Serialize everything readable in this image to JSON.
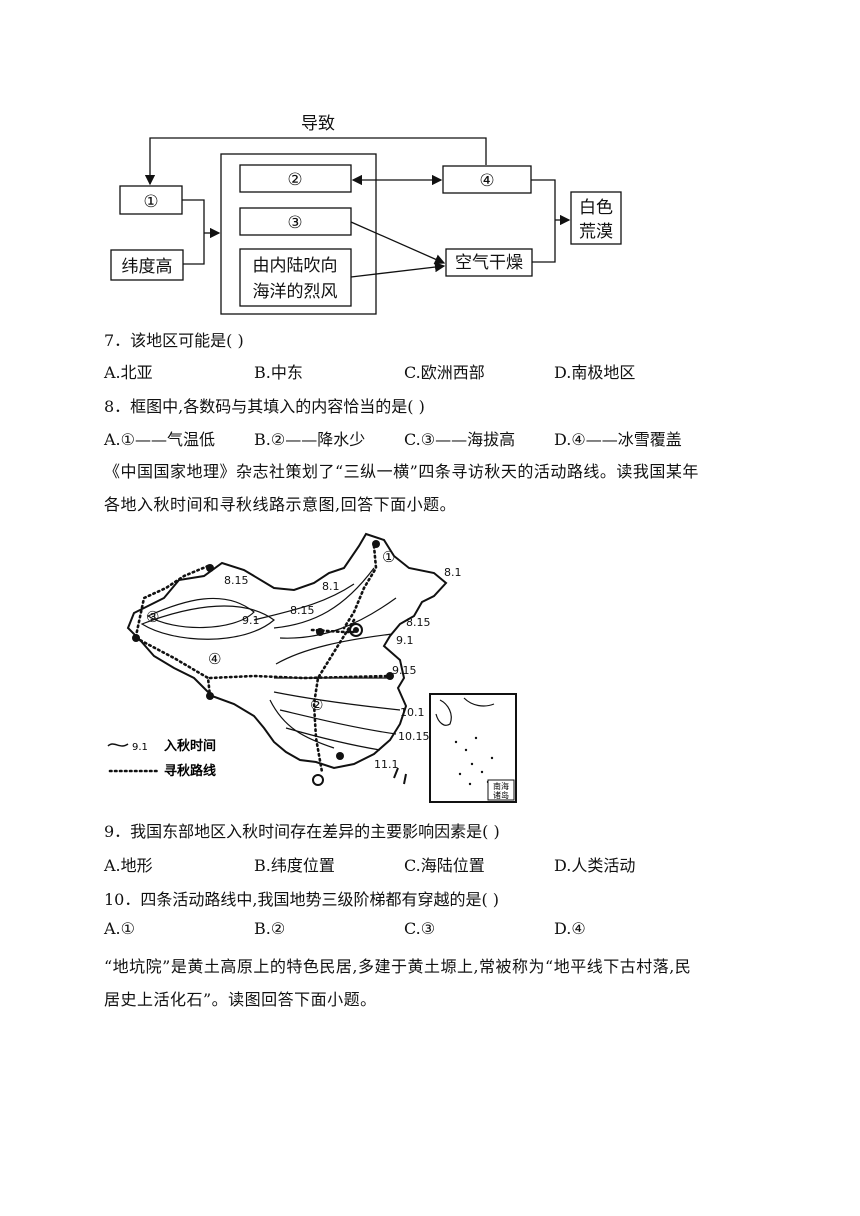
{
  "diagram": {
    "top_label": "导致",
    "box1": "①",
    "box_lat": "纬度高",
    "box2": "②",
    "box3": "③",
    "box_wind_line1": "由内陆吹向",
    "box_wind_line2": "海洋的烈风",
    "box4": "④",
    "box_dry": "空气干燥",
    "box_white_line1": "白色",
    "box_white_line2": "荒漠"
  },
  "q7": {
    "stem": "7．该地区可能是(    )",
    "a": "A.北亚",
    "b": "B.中东",
    "c": "C.欧洲西部",
    "d": "D.南极地区"
  },
  "q8": {
    "stem": "8．框图中,各数码与其填入的内容恰当的是(    )",
    "a": "A.①——气温低",
    "b": "B.②——降水少",
    "c": "C.③——海拔高",
    "d": "D.④——冰雪覆盖"
  },
  "intro1": {
    "line1": "《中国国家地理》杂志社策划了“三纵一横”四条寻访秋天的活动路线。读我国某年",
    "line2": "各地入秋时间和寻秋线路示意图,回答下面小题。"
  },
  "map": {
    "labels": [
      "8.15",
      "8.1",
      "8.1",
      "8.15",
      "9.1",
      "8.15",
      "9.1",
      "9.15",
      "10.1",
      "10.15",
      "11.1"
    ],
    "route_nums": [
      "①",
      "②",
      "③",
      "④"
    ],
    "legend_line_sample": "9.1",
    "legend_line_text": "入秋时间",
    "legend_dot_text": "寻秋路线",
    "inset_line1": "南海",
    "inset_line2": "诸岛"
  },
  "q9": {
    "stem": "9．我国东部地区入秋时间存在差异的主要影响因素是(    )",
    "a": "A.地形",
    "b": "B.纬度位置",
    "c": "C.海陆位置",
    "d": "D.人类活动"
  },
  "q10": {
    "stem": "10．四条活动路线中,我国地势三级阶梯都有穿越的是(    )",
    "a": "A.①",
    "b": "B.②",
    "c": "C.③",
    "d": "D.④"
  },
  "intro2": {
    "line1": "“地坑院”是黄土高原上的特色民居,多建于黄土塬上,常被称为“地平线下古村落,民",
    "line2": "居史上活化石”。读图回答下面小题。"
  }
}
